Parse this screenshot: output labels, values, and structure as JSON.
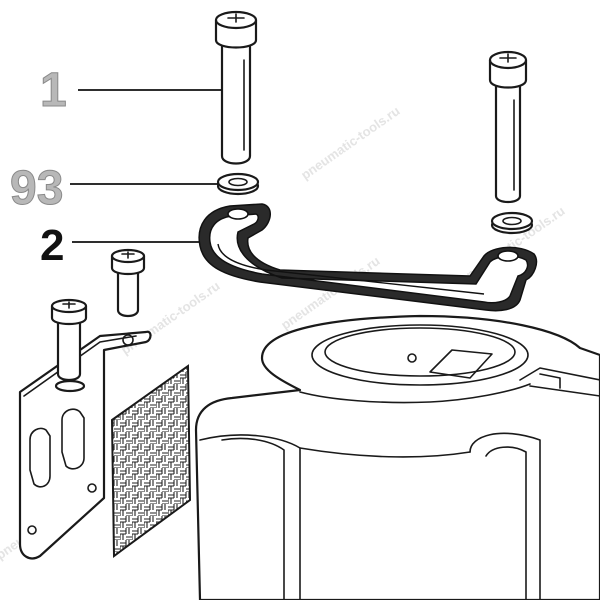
{
  "callouts": [
    {
      "label": "1",
      "style": "grey"
    },
    {
      "label": "93",
      "style": "grey"
    },
    {
      "label": "2",
      "style": "highlighted"
    }
  ],
  "watermark": "pneumatic-tools.ru"
}
